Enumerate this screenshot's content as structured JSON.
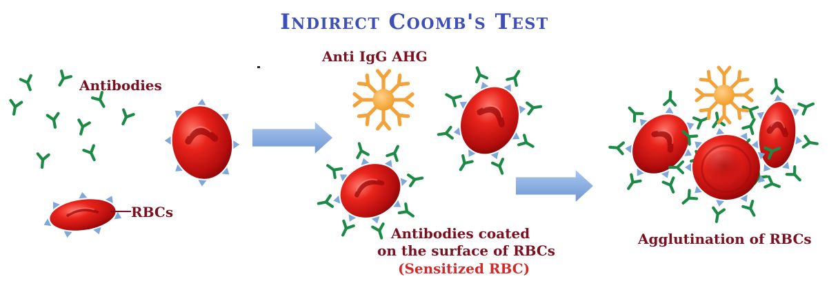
{
  "title": "Indirect Coomb's Test",
  "labels": {
    "antibodies": "Antibodies",
    "rbcs": "RBCs",
    "anti_igg": "Anti IgG AHG",
    "coated_line1": "Antibodies coated",
    "coated_line2": "on the surface of RBCs",
    "sensitized": "(Sensitized RBC)",
    "agglutination": "Agglutination of RBCs"
  },
  "colors": {
    "title": "#3f4fb8",
    "label": "#7a1020",
    "sensitized": "#d12a2a",
    "antibody": "#1b8a45",
    "antigen": "#7fa7d8",
    "rbc": "#d21717",
    "ahg": "#f2a23a",
    "arrow": "#8aaee0"
  },
  "icons": {
    "antibody": "y-shaped-antibody-icon",
    "rbc": "red-blood-cell-icon",
    "ahg": "anti-human-globulin-icon",
    "arrow": "process-arrow-icon"
  }
}
